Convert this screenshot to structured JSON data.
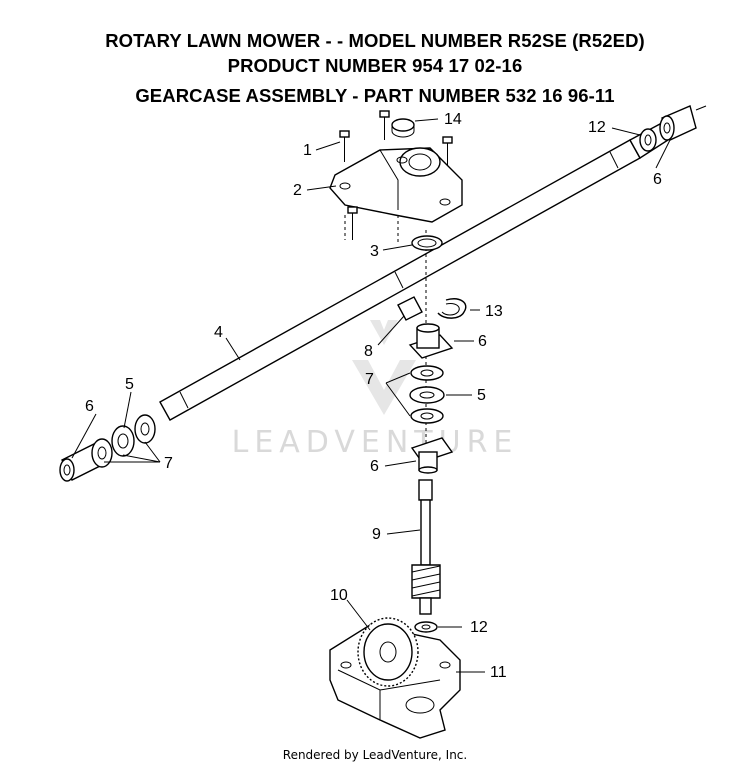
{
  "header": {
    "line1": "ROTARY LAWN MOWER - - MODEL NUMBER R52SE (R52ED)",
    "line2": "PRODUCT NUMBER 954 17 02-16",
    "line3": "GEARCASE ASSEMBLY - PART NUMBER 532 16 96-11"
  },
  "watermark": "LEADVENTURE",
  "callouts": {
    "c1": "1",
    "c2": "2",
    "c3": "3",
    "c4": "4",
    "c5a": "5",
    "c5b": "5",
    "c6a": "6",
    "c6b": "6",
    "c6c": "6",
    "c6d": "6",
    "c7a": "7",
    "c7b": "7",
    "c8": "8",
    "c9": "9",
    "c10": "10",
    "c11": "11",
    "c12a": "12",
    "c12b": "12",
    "c13": "13",
    "c14": "14"
  },
  "footer": "Rendered by LeadVenture, Inc."
}
